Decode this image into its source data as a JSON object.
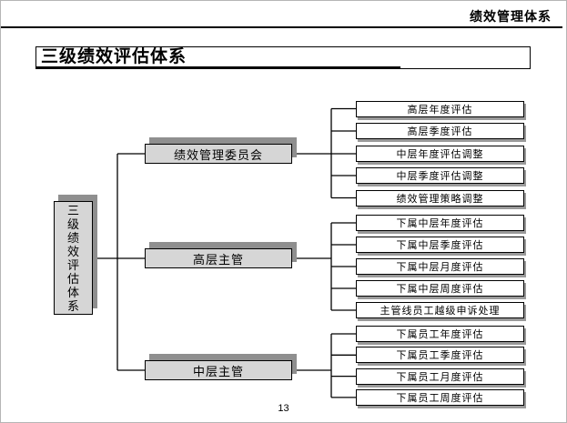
{
  "slide": {
    "header_label": "绩效管理体系",
    "title": "三级绩效评估体系",
    "page_number": "13"
  },
  "diagram": {
    "root": {
      "label": "三级绩效评估体系"
    },
    "groups": [
      {
        "parent": {
          "label": "绩效管理委员会"
        },
        "children": [
          {
            "label": "高层年度评估"
          },
          {
            "label": "高层季度评估"
          },
          {
            "label": "中层年度评估调整"
          },
          {
            "label": "中层季度评估调整"
          },
          {
            "label": "绩效管理策略调整"
          }
        ]
      },
      {
        "parent": {
          "label": "高层主管"
        },
        "children": [
          {
            "label": "下属中层年度评估"
          },
          {
            "label": "下属中层季度评估"
          },
          {
            "label": "下属中层月度评估"
          },
          {
            "label": "下属中层周度评估"
          },
          {
            "label": "主管线员工越级申诉处理"
          }
        ]
      },
      {
        "parent": {
          "label": "中层主管"
        },
        "children": [
          {
            "label": "下属员工年度评估"
          },
          {
            "label": "下属员工季度评估"
          },
          {
            "label": "下属员工月度评估"
          },
          {
            "label": "下属员工周度评估"
          }
        ]
      }
    ],
    "colors": {
      "node_fill": "#d6d6d6",
      "leaf_fill": "#ffffff",
      "border": "#000000",
      "shadow": "#8f8f8f",
      "line": "#000000"
    }
  }
}
